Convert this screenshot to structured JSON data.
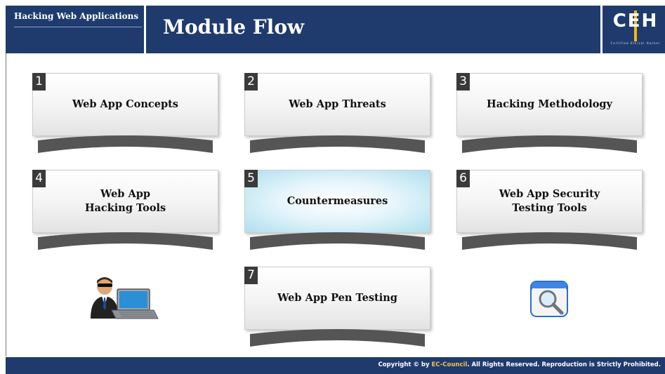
{
  "header": {
    "section_label": "Hacking Web Applications",
    "title": "Module Flow",
    "logo_text": "CEH",
    "logo_subtext": "Certified Ethical Hacker"
  },
  "modules": [
    {
      "number": "1",
      "label": "Web App Concepts",
      "active": false
    },
    {
      "number": "2",
      "label": "Web App Threats",
      "active": false
    },
    {
      "number": "3",
      "label": "Hacking Methodology",
      "active": false
    },
    {
      "number": "4",
      "label": "Web App\nHacking Tools",
      "active": false
    },
    {
      "number": "5",
      "label": "Countermeasures",
      "active": true
    },
    {
      "number": "6",
      "label": "Web App Security\nTesting Tools",
      "active": false
    },
    {
      "number": "7",
      "label": "Web App Pen Testing",
      "active": false
    }
  ],
  "icons": {
    "left": "hacker-laptop-icon",
    "right": "magnifier-app-icon"
  },
  "footer": {
    "copyright_prefix": "Copyright © by ",
    "brand": "EC-Council",
    "copyright_suffix": ". All Rights Reserved. Reproduction is Strictly Prohibited."
  },
  "colors": {
    "header_bg": "#1f3b6e",
    "accent": "#f2b90f",
    "active_card": "#aee0ee"
  }
}
